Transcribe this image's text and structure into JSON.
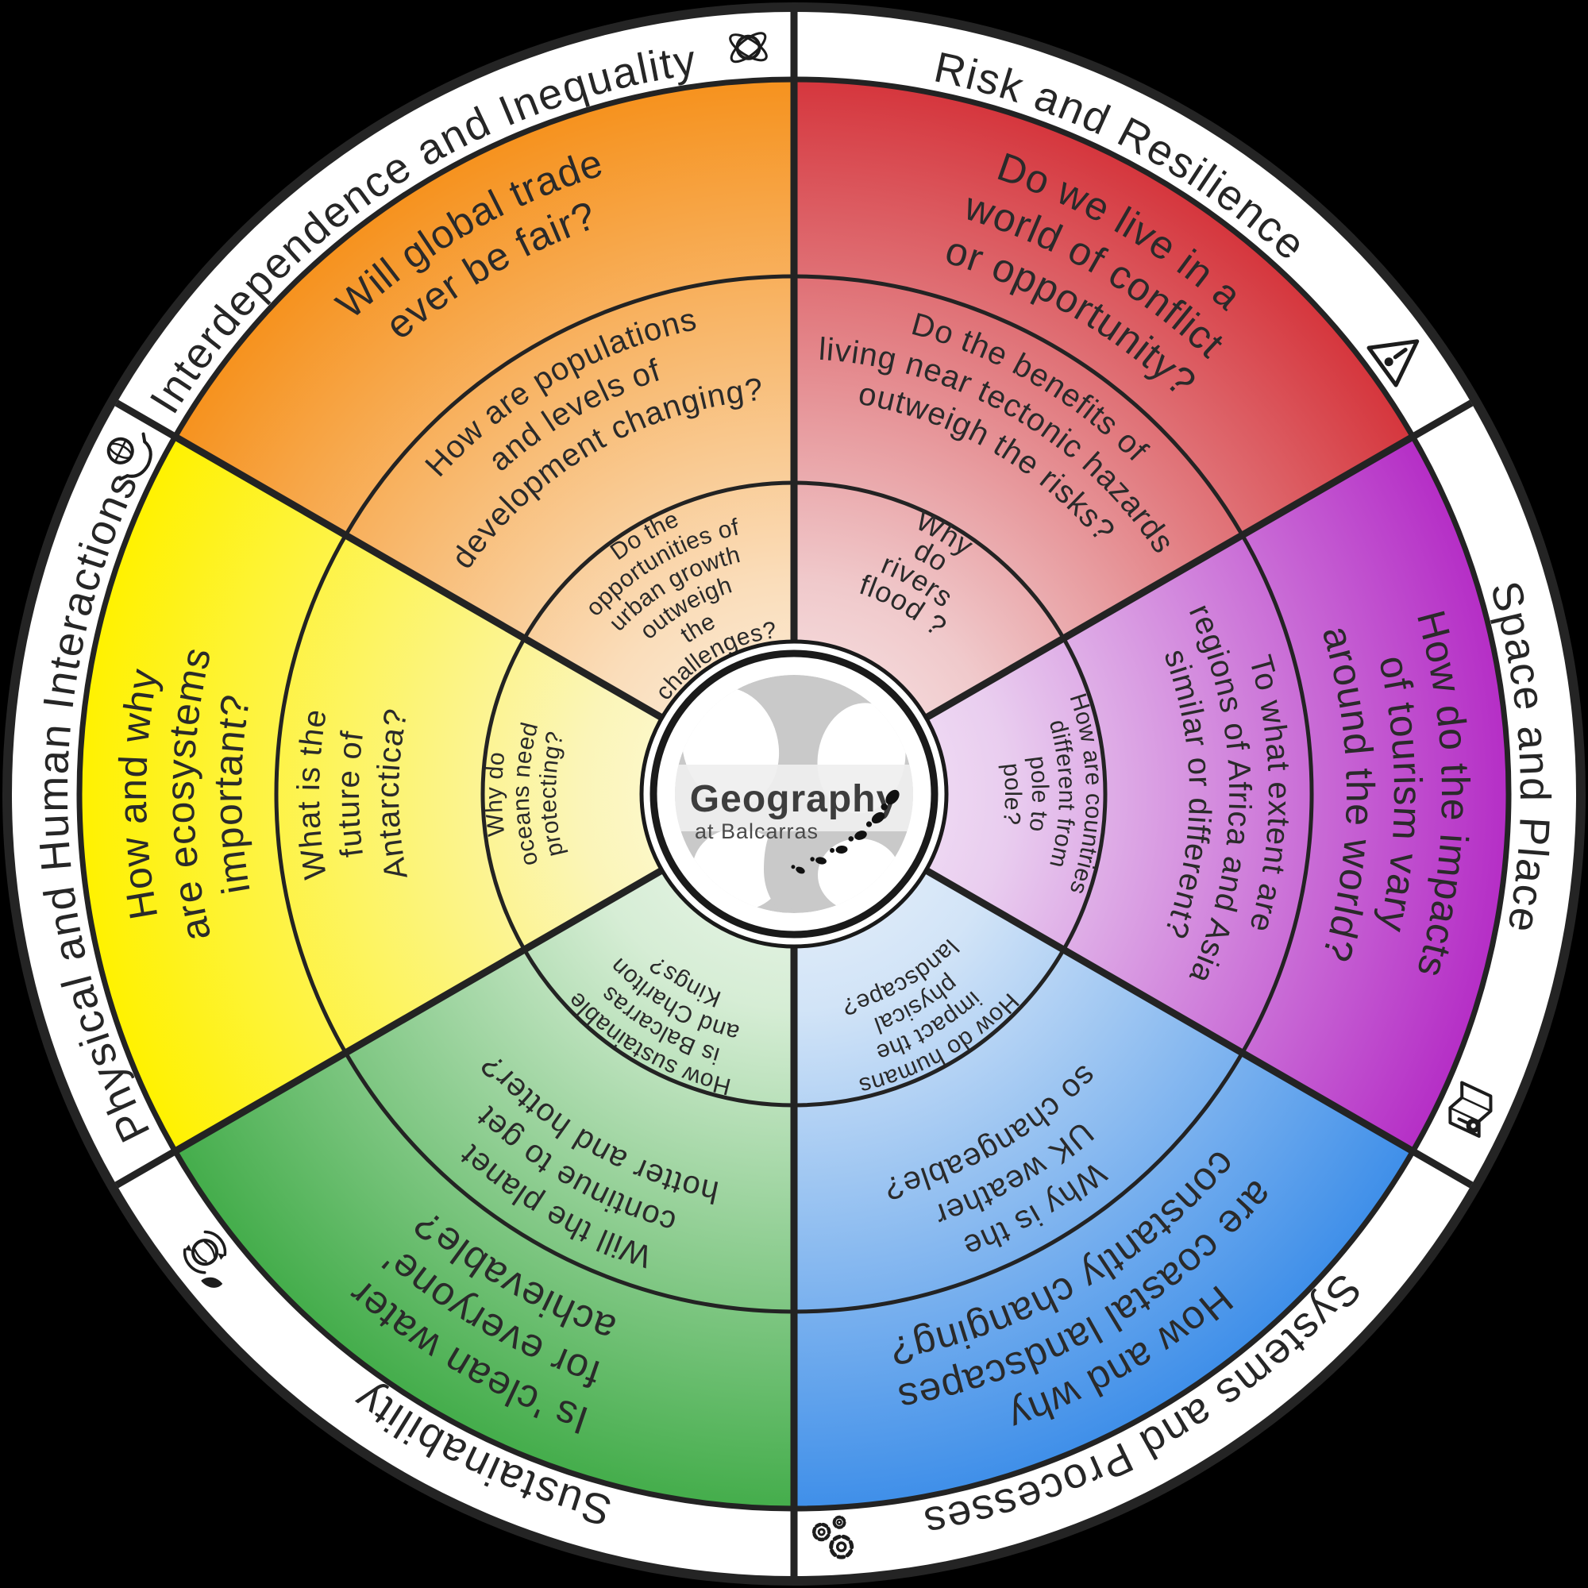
{
  "center": {
    "title": "Geography",
    "subtitle": "at Balcarras",
    "logo_icon": "globe-logo-icon",
    "trail_icon": "footprints-icon"
  },
  "sectors": [
    {
      "id": "risk-and-resilience",
      "theme_label": "Risk and Resilience",
      "icon": "warning-triangle-icon",
      "color": "#D5363D",
      "questions": {
        "outer": [
          "Do we live in a",
          "world of conflict",
          "or opportunity?"
        ],
        "middle": [
          "Do the benefits of",
          "living near tectonic hazards",
          "outweigh the risks?"
        ],
        "inner": [
          "Why",
          "do",
          "rivers",
          "flood ?"
        ]
      }
    },
    {
      "id": "space-and-place",
      "theme_label": "Space and Place",
      "icon": "map-pin-icon",
      "color": "#B52EC6",
      "questions": {
        "outer": [
          "How do the impacts",
          "of tourism vary",
          "around the world?"
        ],
        "middle": [
          "To what extent are",
          "regions of Africa and Asia",
          "similar or different?"
        ],
        "inner": [
          "How are countries",
          "different from",
          "pole to",
          "pole?"
        ]
      }
    },
    {
      "id": "systems-and-processes",
      "theme_label": "Systems and Processes",
      "icon": "gears-icon",
      "color": "#3F8FE9",
      "questions": {
        "outer": [
          "How and why",
          "are coastal landscapes",
          "constantly changing?"
        ],
        "middle": [
          "Why is the",
          "UK weather",
          "so changeable?"
        ],
        "inner": [
          "How do humans",
          "impact the",
          "physical",
          "landscape?"
        ]
      }
    },
    {
      "id": "sustainability",
      "theme_label": "Sustainability",
      "icon": "recycle-globe-icon",
      "color": "#44AD4B",
      "questions": {
        "outer": [
          "Is 'clean water",
          "for everyone'",
          "achievable?"
        ],
        "middle": [
          "Will the planet",
          "continue to get",
          "hotter and hotter?"
        ],
        "inner": [
          "How sustainable",
          "is Balcarras",
          "and Charlton",
          "Kings?"
        ]
      }
    },
    {
      "id": "physical-and-human-interactions",
      "theme_label": "Physical and Human Interactions",
      "icon": "hand-globe-icon",
      "color": "#FFF200",
      "questions": {
        "outer": [
          "How and why",
          "are ecosystems",
          "important?"
        ],
        "middle": [
          "What is the",
          "future of",
          "Antarctica?"
        ],
        "inner": [
          "Why do",
          "oceans need",
          "protecting?"
        ]
      }
    },
    {
      "id": "interdependence-and-inequality",
      "theme_label": "Interdependence and Inequality",
      "icon": "globe-network-icon",
      "color": "#F6921E",
      "questions": {
        "outer": [
          "Will global trade",
          "ever be fair?"
        ],
        "middle": [
          "How are populations",
          "and levels of",
          "development changing?"
        ],
        "inner": [
          "Do the",
          "opportunities of",
          "urban growth",
          "outweigh",
          "the",
          "challenges?"
        ]
      }
    }
  ]
}
